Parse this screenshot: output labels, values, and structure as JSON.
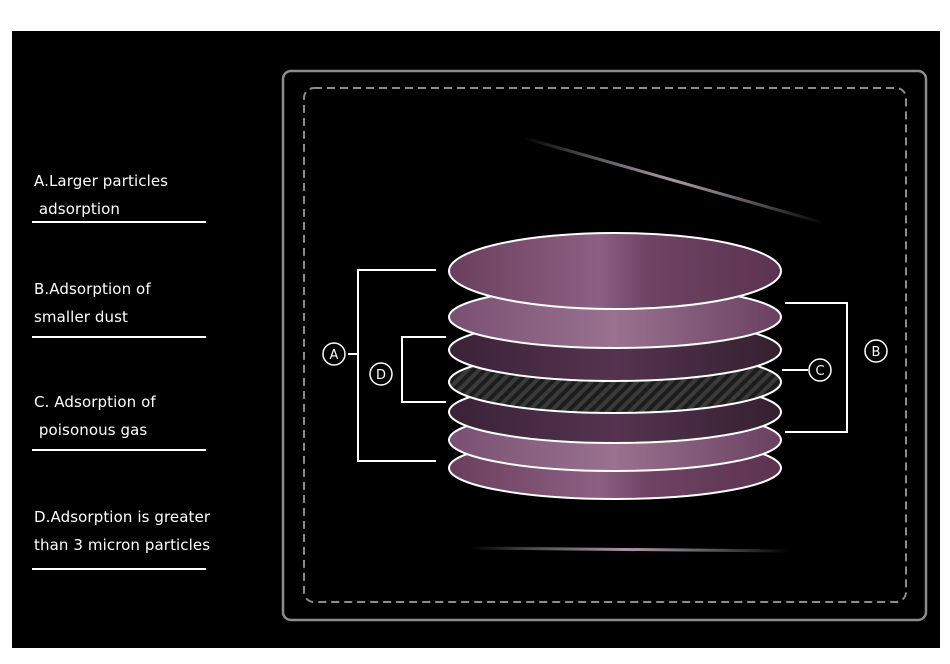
{
  "legend": [
    {
      "letter": "A",
      "lines": [
        "A.Larger particles",
        " adsorption"
      ]
    },
    {
      "letter": "B",
      "lines": [
        "B.Adsorption of",
        "smaller dust"
      ]
    },
    {
      "letter": "C",
      "lines": [
        "C. Adsorption of",
        " poisonous gas"
      ]
    },
    {
      "letter": "D",
      "lines": [
        "D.Adsorption is greater",
        "than 3 micron particles"
      ]
    }
  ],
  "markers": {
    "A": "A",
    "B": "B",
    "C": "C",
    "D": "D"
  },
  "colors": {
    "background": "#000000",
    "frame": "#9a9a9a",
    "layer_purple": "#6b3f5e",
    "layer_purple_light": "#8a5c80",
    "layer_carbon": "#2a2a2a",
    "line": "#ffffff"
  }
}
